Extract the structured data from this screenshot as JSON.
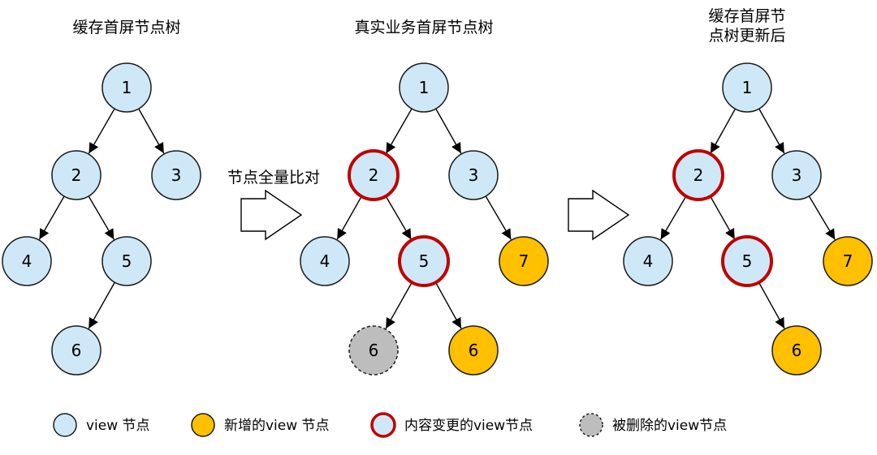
{
  "colors": {
    "node_fill": "#cfe8f7",
    "node_stroke": "#1a1a1a",
    "added_fill": "#ffc000",
    "changed_stroke": "#c00000",
    "deleted_fill": "#bdbdbd",
    "edge": "#000000"
  },
  "trees": [
    {
      "id": "cached",
      "title_lines": [
        "缓存首屏节点树"
      ],
      "nodes": [
        {
          "id": "t1n1",
          "label": "1",
          "kind": "normal"
        },
        {
          "id": "t1n2",
          "label": "2",
          "kind": "normal"
        },
        {
          "id": "t1n3",
          "label": "3",
          "kind": "normal"
        },
        {
          "id": "t1n4",
          "label": "4",
          "kind": "normal"
        },
        {
          "id": "t1n5",
          "label": "5",
          "kind": "normal"
        },
        {
          "id": "t1n6",
          "label": "6",
          "kind": "normal"
        }
      ],
      "edges": [
        [
          "t1n1",
          "t1n2"
        ],
        [
          "t1n1",
          "t1n3"
        ],
        [
          "t1n2",
          "t1n4"
        ],
        [
          "t1n2",
          "t1n5"
        ],
        [
          "t1n5",
          "t1n6"
        ]
      ]
    },
    {
      "id": "real",
      "title_lines": [
        "真实业务首屏节点树"
      ],
      "nodes": [
        {
          "id": "t2n1",
          "label": "1",
          "kind": "normal"
        },
        {
          "id": "t2n2",
          "label": "2",
          "kind": "changed"
        },
        {
          "id": "t2n3",
          "label": "3",
          "kind": "normal"
        },
        {
          "id": "t2n4",
          "label": "4",
          "kind": "normal"
        },
        {
          "id": "t2n5",
          "label": "5",
          "kind": "changed"
        },
        {
          "id": "t2n7",
          "label": "7",
          "kind": "added"
        },
        {
          "id": "t2n6d",
          "label": "6",
          "kind": "deleted"
        },
        {
          "id": "t2n6a",
          "label": "6",
          "kind": "added"
        }
      ],
      "edges": [
        [
          "t2n1",
          "t2n2"
        ],
        [
          "t2n1",
          "t2n3"
        ],
        [
          "t2n2",
          "t2n4"
        ],
        [
          "t2n2",
          "t2n5"
        ],
        [
          "t2n3",
          "t2n7"
        ],
        [
          "t2n5",
          "t2n6d"
        ],
        [
          "t2n5",
          "t2n6a"
        ]
      ]
    },
    {
      "id": "updated",
      "title_lines": [
        "缓存首屏节",
        "点树更新后"
      ],
      "nodes": [
        {
          "id": "t3n1",
          "label": "1",
          "kind": "normal"
        },
        {
          "id": "t3n2",
          "label": "2",
          "kind": "changed"
        },
        {
          "id": "t3n3",
          "label": "3",
          "kind": "normal"
        },
        {
          "id": "t3n4",
          "label": "4",
          "kind": "normal"
        },
        {
          "id": "t3n5",
          "label": "5",
          "kind": "changed"
        },
        {
          "id": "t3n7",
          "label": "7",
          "kind": "added"
        },
        {
          "id": "t3n6",
          "label": "6",
          "kind": "added"
        }
      ],
      "edges": [
        [
          "t3n1",
          "t3n2"
        ],
        [
          "t3n1",
          "t3n3"
        ],
        [
          "t3n2",
          "t3n4"
        ],
        [
          "t3n2",
          "t3n5"
        ],
        [
          "t3n3",
          "t3n7"
        ],
        [
          "t3n5",
          "t3n6"
        ]
      ]
    }
  ],
  "arrows": [
    {
      "id": "compare",
      "label": "节点全量比对"
    },
    {
      "id": "update",
      "label": ""
    }
  ],
  "legend": [
    {
      "kind": "normal",
      "label": "view 节点"
    },
    {
      "kind": "added",
      "label": "新增的view 节点"
    },
    {
      "kind": "changed",
      "label": "内容变更的view节点"
    },
    {
      "kind": "deleted",
      "label": "被删除的view节点"
    }
  ]
}
